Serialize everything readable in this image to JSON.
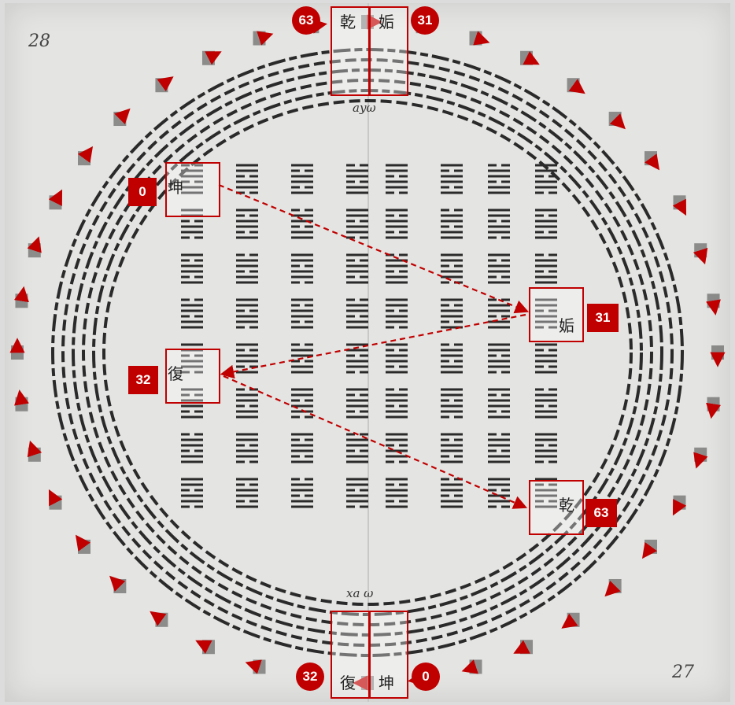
{
  "page_numbers": {
    "left": "28",
    "right": "27"
  },
  "axis_labels": {
    "top": "ayω",
    "bottom": "xa ω"
  },
  "labels": {
    "top_left_circle": "63",
    "top_right_circle": "31",
    "bottom_left_circle": "32",
    "bottom_right_circle": "0",
    "square_0": "0",
    "square_31": "31",
    "square_32": "32",
    "square_63": "63"
  },
  "top_chars": {
    "left": "乾",
    "right": "姤"
  },
  "bottom_chars": {
    "left": "復",
    "right": "坤"
  },
  "grid_chars": {
    "c31": "姤",
    "c63": "乾",
    "c0": "坤",
    "c32": "復"
  },
  "colors": {
    "accent": "#c00000",
    "ink": "#222222",
    "paper": "#e4e4e2"
  }
}
